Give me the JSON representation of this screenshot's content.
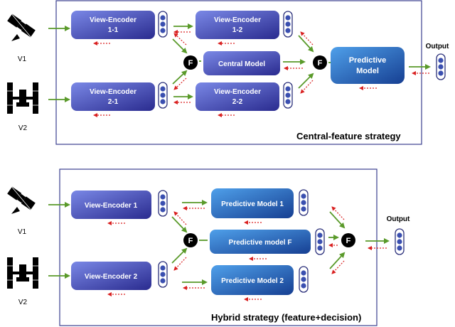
{
  "top": {
    "caption": "Central-feature strategy",
    "view_labels": [
      "V1",
      "V2"
    ],
    "encoders": [
      {
        "line1": "View-Encoder",
        "line2": "1-1"
      },
      {
        "line1": "View-Encoder",
        "line2": "1-2"
      },
      {
        "line1": "View-Encoder",
        "line2": "2-1"
      },
      {
        "line1": "View-Encoder",
        "line2": "2-2"
      }
    ],
    "central": "Central Model",
    "predictive": {
      "line1": "Predictive",
      "line2": "Model"
    },
    "fusion": "F",
    "output": "Output"
  },
  "bottom": {
    "caption": "Hybrid strategy (feature+decision)",
    "view_labels": [
      "V1",
      "V2"
    ],
    "encoders": [
      "View-Encoder 1",
      "View-Encoder 2"
    ],
    "models": [
      "Predictive Model 1",
      "Predictive model F",
      "Predictive Model 2"
    ],
    "fusion": "F",
    "output": "Output"
  },
  "colors": {
    "box_dark": "#2e2f94",
    "box_light": "#6f7ee0",
    "pred_dark": "#1c54a8",
    "pred_light": "#3f8fe0",
    "forward_arrow": "#5a9a2a",
    "backward_arrow": "#d92020",
    "frame": "#3b3f8f"
  },
  "icons": [
    "satellite-icon",
    "space-station-icon"
  ]
}
